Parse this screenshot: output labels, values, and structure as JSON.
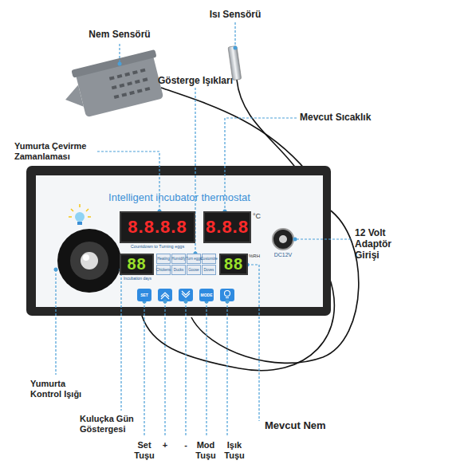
{
  "diagram": {
    "nodes": [
      {
        "text": [
          "Intelligent incubator thermostat"
        ]
      },
      {
        "text": [
          "8.8.8.8"
        ],
        "in": 0
      },
      {
        "text": [
          "8.8.8"
        ],
        "in": 0
      },
      {
        "text": [
          "88"
        ],
        "in": 0
      },
      {
        "text": [
          "Heating"
        ],
        "in": 0
      },
      {
        "text": [
          "Humidify"
        ],
        "in": 0
      },
      {
        "text": [
          "Turn eggs"
        ],
        "in": 0
      },
      {
        "text": [
          "Customize"
        ],
        "in": 0
      },
      {
        "text": [
          "Chickens"
        ],
        "in": 0
      },
      {
        "text": [
          "Ducks"
        ],
        "in": 0
      },
      {
        "text": [
          "Goose"
        ],
        "in": 0
      },
      {
        "text": [
          "Doves"
        ],
        "in": 0
      },
      {
        "text": [
          "88"
        ],
        "in": 0
      },
      {
        "text": [
          "SET"
        ],
        "in": 0
      },
      {
        "text": [
          "MODE"
        ],
        "in": 0
      }
    ],
    "labels": [
      "Nem Sensörü",
      "Isı Sensörü",
      "Gösterge Işıkları",
      "Mevcut Sıcaklık",
      "Yumurta Çevirme Zamanlaması",
      "Countdown to Turning eggs",
      "°C",
      "Incubation days",
      "%RH",
      "DC12V",
      "12 Volt Adaptör Girişi",
      "Yumurta Kontrol Işığı",
      "Kuluçka Gün Göstergesi",
      "Set Tuşu",
      "+",
      "-",
      "Mod Tuşu",
      "Işık Tuşu",
      "Mevcut Nem"
    ]
  }
}
